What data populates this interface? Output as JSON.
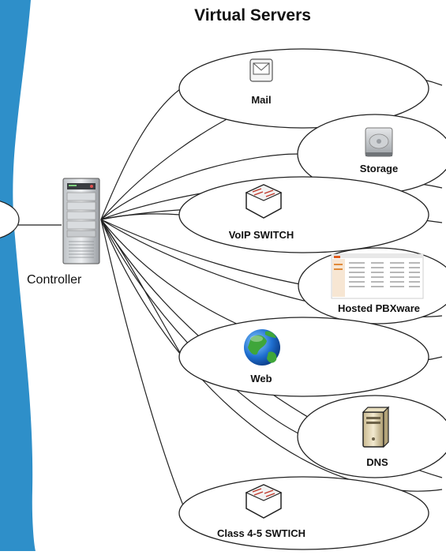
{
  "title": "Virtual Servers",
  "controller": {
    "label": "Controller",
    "icon": "server-tower-icon"
  },
  "servers": [
    {
      "id": "mail",
      "label": "Mail",
      "icon": "mail-envelope-icon"
    },
    {
      "id": "storage",
      "label": "Storage",
      "icon": "hard-drive-icon"
    },
    {
      "id": "voip",
      "label": "VoIP SWITCH",
      "icon": "network-switch-icon"
    },
    {
      "id": "pbx",
      "label": "Hosted PBXware",
      "icon": "app-screenshot-icon"
    },
    {
      "id": "web",
      "label": "Web",
      "icon": "globe-icon"
    },
    {
      "id": "dns",
      "label": "DNS",
      "icon": "desktop-pc-icon"
    },
    {
      "id": "class45",
      "label": "Class 4-5 SWTICH",
      "icon": "network-switch-icon"
    }
  ],
  "colors": {
    "sidebar_blue": "#2e8fc9",
    "line": "#222222",
    "globe_blue": "#1f6fd0",
    "globe_green": "#3fa63a"
  }
}
